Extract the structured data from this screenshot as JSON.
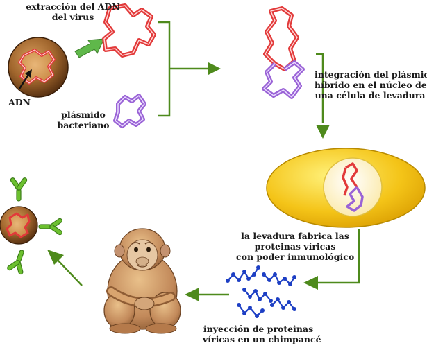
{
  "labels": {
    "virus_dna_extraction_1": "extracción del ADN",
    "virus_dna_extraction_2": "del virus",
    "dna": "ADN",
    "plasmid_1": "plásmido",
    "plasmid_2": "bacteriano",
    "integration_1": "integración del plásmido",
    "integration_2": "híbrido en el núcleo de",
    "integration_3": "una célula de levadura",
    "yeast_1": "la levadura fabrica las",
    "yeast_2": "proteinas víricas",
    "yeast_3": "con poder inmunológico",
    "injection_1": "inyección de proteinas",
    "injection_2": "víricas en un chimpancé"
  },
  "colors": {
    "arrow": "#4e8a1c",
    "virus_dna": "#e23a3a",
    "plasmid": "#9a63d6",
    "virus_body": "#7a4a22",
    "yeast_cell": "#f2c21a",
    "nucleus": "#fdf3c4",
    "protein_chain": "#1d3fc4",
    "antibody": "#6cc02f"
  },
  "icons": [
    "virus",
    "dna-strand",
    "plasmid",
    "yeast-cell",
    "protein-chains",
    "chimpanzee",
    "antibody"
  ]
}
